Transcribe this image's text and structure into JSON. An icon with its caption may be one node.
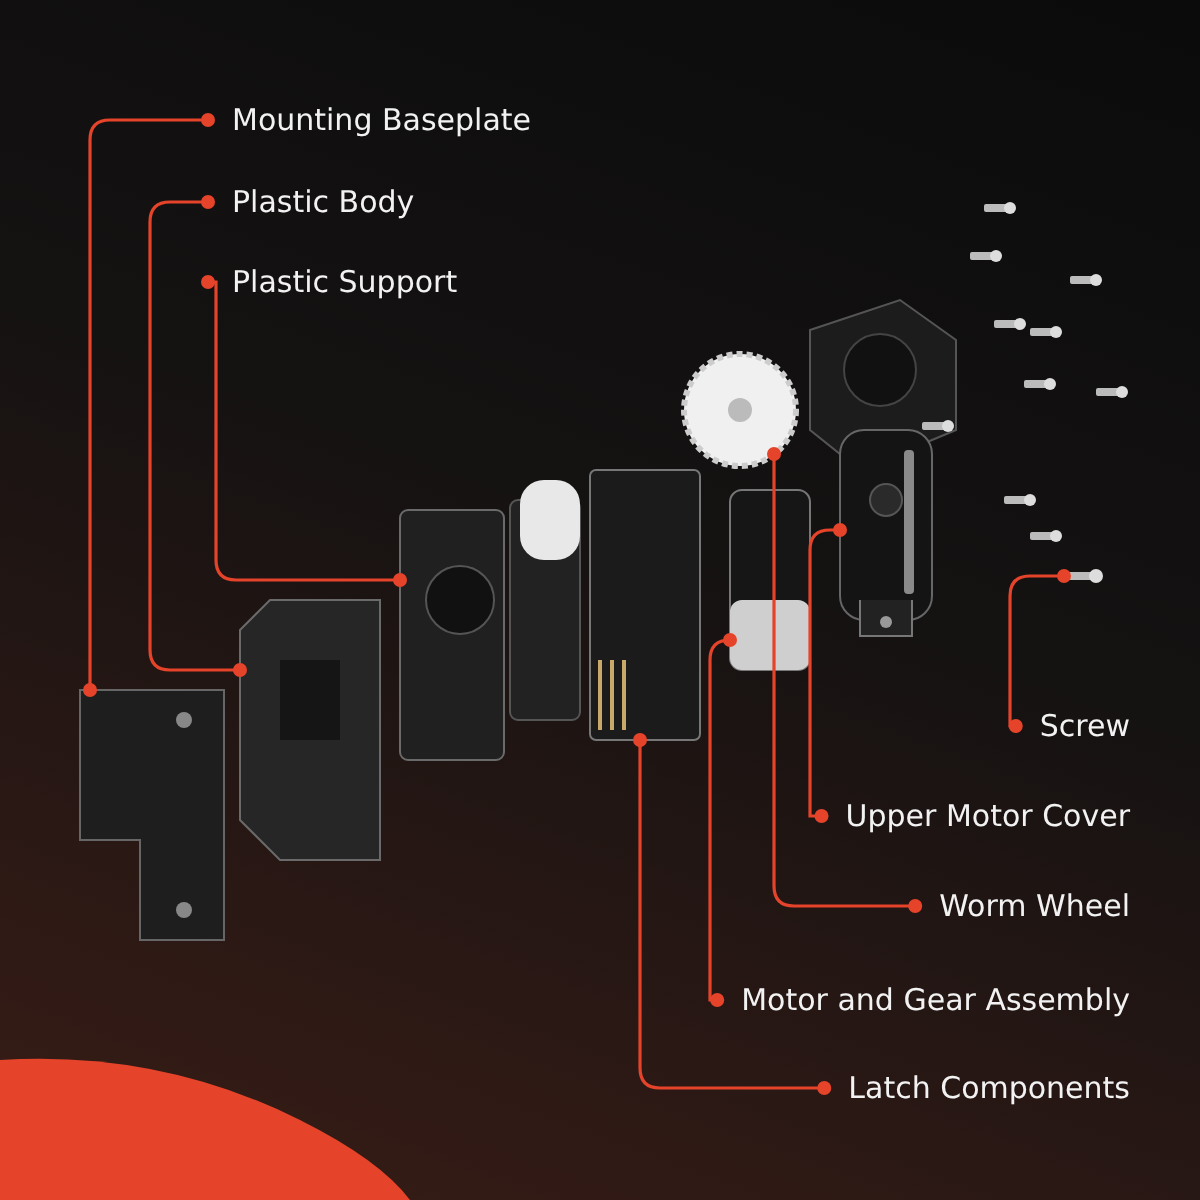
{
  "diagram": {
    "nodes": [
      {
        "text": [
          "Mounting Baseplate"
        ]
      },
      {
        "text": [
          "Plastic Body"
        ]
      },
      {
        "text": [
          "Plastic Support"
        ]
      },
      {
        "text": [
          "Screw"
        ]
      },
      {
        "text": [
          "Upper Motor Cover"
        ]
      },
      {
        "text": [
          "Worm Wheel"
        ]
      },
      {
        "text": [
          "Motor and Gear Assembly"
        ]
      },
      {
        "text": [
          "Latch Components"
        ]
      },
      {
        "text": [],
        "shape": "picture"
      },
      {
        "text": [],
        "shape": "picture"
      },
      {
        "text": [],
        "shape": "picture"
      },
      {
        "text": [],
        "shape": "picture"
      },
      {
        "text": [],
        "shape": "picture"
      },
      {
        "text": [],
        "shape": "picture"
      },
      {
        "text": [],
        "shape": "picture"
      },
      {
        "text": [],
        "shape": "picture"
      }
    ],
    "edges": [
      {
        "from": 0,
        "to": 8,
        "arrow": "other"
      },
      {
        "from": 1,
        "to": 9,
        "arrow": "other"
      },
      {
        "from": 2,
        "to": 10,
        "arrow": "other"
      },
      {
        "from": 3,
        "to": 15,
        "arrow": "other"
      },
      {
        "from": 4,
        "to": 14,
        "arrow": "other"
      },
      {
        "from": 5,
        "to": 12,
        "arrow": "other"
      },
      {
        "from": 6,
        "to": 13,
        "arrow": "other"
      },
      {
        "from": 7,
        "to": 11,
        "arrow": "other"
      }
    ]
  }
}
